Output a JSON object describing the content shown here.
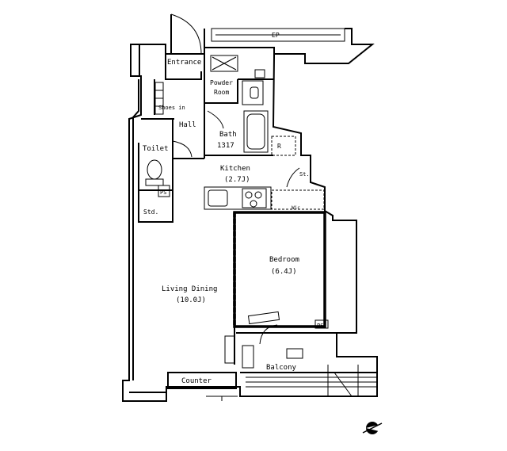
{
  "rooms": {
    "entrance": "Entrance",
    "powder_room_line1": "Powder",
    "powder_room_line2": "Room",
    "shoes_in": "Shoes in",
    "hall": "Hall",
    "bath": "Bath",
    "bath_size": "1317",
    "toilet": "Toilet",
    "kitchen": "Kitchen",
    "kitchen_size": "(2.7J)",
    "storage": "Std.",
    "ps_1": "PS",
    "ps_2": "PS",
    "wic": "Wic",
    "st": "St.",
    "r": "R",
    "bedroom": "Bedroom",
    "bedroom_size": "(6.4J)",
    "living_dining": "Living Dining",
    "living_dining_size": "(10.0J)",
    "balcony": "Balcony",
    "counter": "Counter",
    "ep": "EP"
  }
}
